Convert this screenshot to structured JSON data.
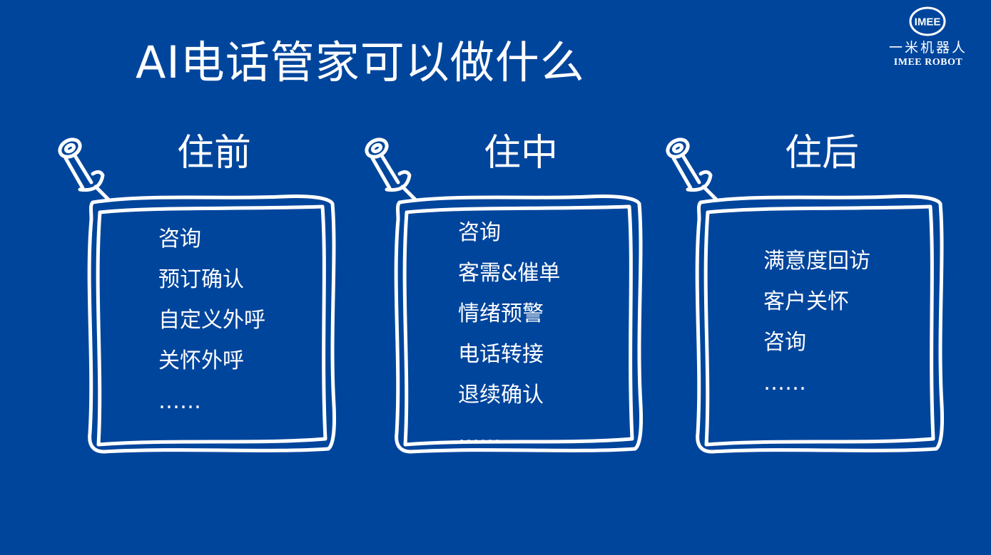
{
  "slide": {
    "title": "AI电话管家可以做什么"
  },
  "logo": {
    "mark_text": "IMEE",
    "cn_text": "一米机器人",
    "en_text": "IMEE ROBOT"
  },
  "columns": [
    {
      "heading": "住前",
      "items": [
        "咨询",
        "预订确认",
        "自定义外呼",
        "关怀外呼",
        "……"
      ]
    },
    {
      "heading": "住中",
      "items": [
        "咨询",
        "客需&催单",
        "情绪预警",
        "电话转接",
        "退续确认",
        "……"
      ]
    },
    {
      "heading": "住后",
      "items": [
        "满意度回访",
        "客户关怀",
        "咨询",
        "……"
      ]
    }
  ],
  "colors": {
    "background": "#00459c",
    "foreground": "#ffffff"
  },
  "icons": {
    "pin": "pushpin-icon",
    "frame": "hand-drawn-frame"
  }
}
